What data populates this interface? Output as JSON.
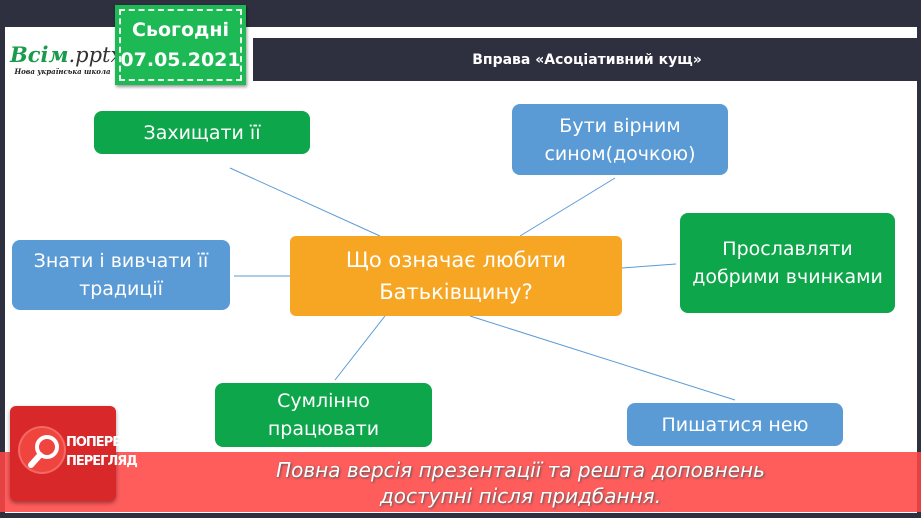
{
  "logo": {
    "brand": "Всім",
    "ext": ".pptx",
    "subtitle": "Нова українська школа"
  },
  "date_tag": {
    "label": "Сьогодні",
    "date": "07.05.2021"
  },
  "header": {
    "title": "Вправа «Асоціативний кущ»"
  },
  "center": "Що означає любити Батьківщину?",
  "nodes": {
    "protect": "Захищати її",
    "faithful": "Бути вірним сином(дочкою)",
    "know": "Знати і вивчати її традиції",
    "glorify": "Прославляти добрими вчинками",
    "work": "Сумлінно працювати",
    "proud": "Пишатися нею"
  },
  "preview": {
    "badge_line1": "ПОПЕРЕДНІЙ",
    "badge_line2": "ПЕРЕГЛЯД",
    "line1": "Повна версія презентації та решта доповнень",
    "line2": "доступні після придбання."
  },
  "colors": {
    "green": "#0ea64a",
    "blue": "#5b9bd5",
    "orange": "#f6a623",
    "banner": "#ff4646"
  }
}
